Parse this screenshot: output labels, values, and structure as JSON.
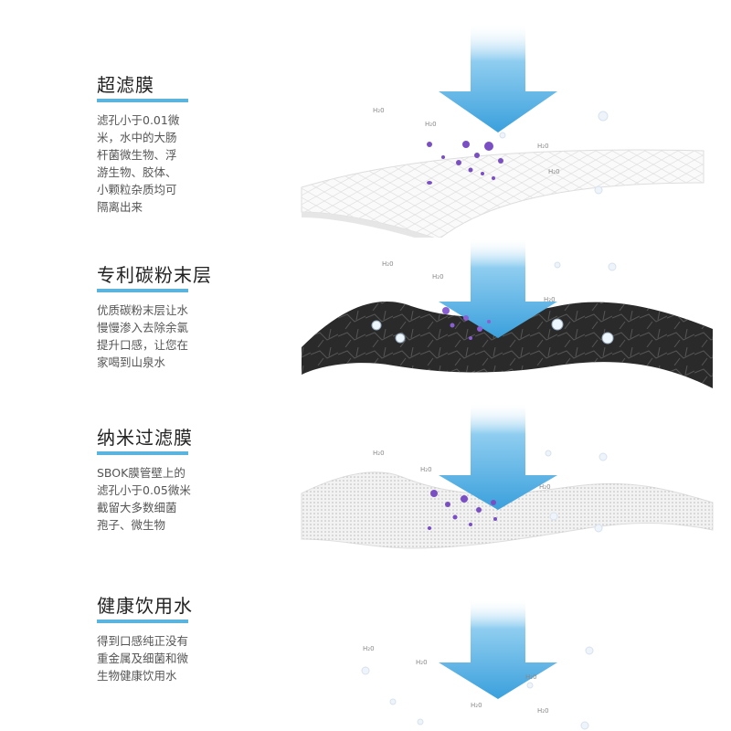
{
  "sections": [
    {
      "heading": "超滤膜",
      "description": "滤孔小于0.01微\n米，水中的大肠\n杆菌微生物、浮\n游生物、胶体、\n小颗粒杂质均可\n隔离出来"
    },
    {
      "heading": "专利碳粉末层",
      "description": "优质碳粉末层让水\n慢慢渗入去除余氯\n提升口感，让您在\n家喝到山泉水"
    },
    {
      "heading": "纳米过滤膜",
      "description": "SBOK膜管壁上的\n滤孔小于0.05微米\n截留大多数细菌\n孢子、微生物"
    },
    {
      "heading": "健康饮用水",
      "description": "得到口感纯正没有\n重金属及细菌和微\n生物健康饮用水"
    }
  ],
  "molecule_label": "H2O",
  "colors": {
    "accent": "#5ab4de",
    "arrow": "#4aa8e0",
    "carbon": "#2a2a2a",
    "particles": "#7a4fc4"
  }
}
